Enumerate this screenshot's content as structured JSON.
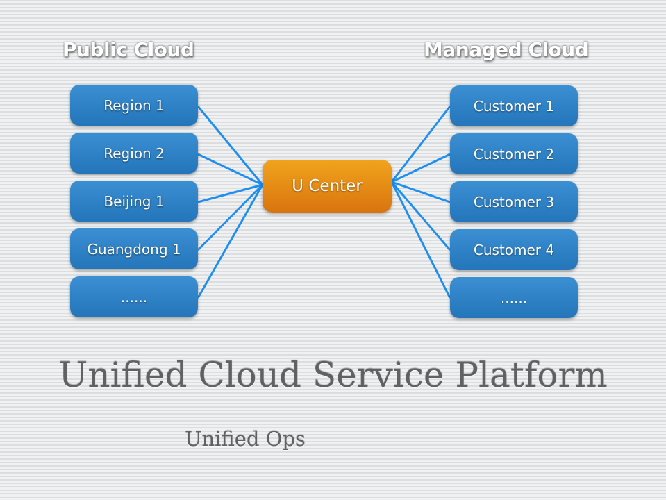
{
  "left_group": {
    "heading": "Public Cloud",
    "nodes": [
      "Region 1",
      "Region 2",
      "Beijing 1",
      "Guangdong 1",
      "......"
    ]
  },
  "right_group": {
    "heading": "Managed Cloud",
    "nodes": [
      "Customer 1",
      "Customer 2",
      "Customer 3",
      "Customer 4",
      "......"
    ]
  },
  "center": {
    "label": "U Center"
  },
  "title": "Unified Cloud Service Platform",
  "subtitle": "Unified Ops",
  "colors": {
    "node_blue": "#2b7fc4",
    "center_orange": "#e8901a",
    "connector_line": "#1e8ff0",
    "text_gray": "#5f6163"
  }
}
